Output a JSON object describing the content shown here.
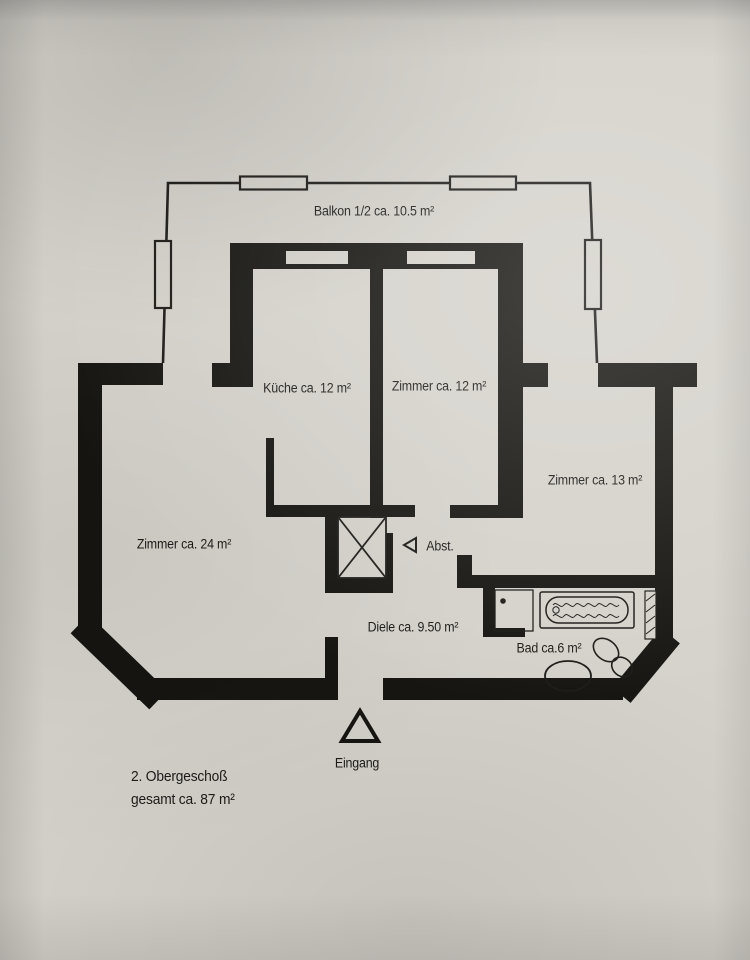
{
  "plan": {
    "colors": {
      "paper": "#d5d2cb",
      "wall": "#161511",
      "ink": "#1c1b18"
    },
    "rooms": [
      {
        "id": "balkon",
        "label": "Balkon 1/2 ca. 10.5 m²"
      },
      {
        "id": "kueche",
        "label": "Küche ca. 12 m²"
      },
      {
        "id": "zimmer12",
        "label": "Zimmer ca. 12 m²"
      },
      {
        "id": "zimmer13",
        "label": "Zimmer ca. 13 m²"
      },
      {
        "id": "zimmer24",
        "label": "Zimmer ca. 24 m²"
      },
      {
        "id": "diele",
        "label": "Diele ca. 9.50 m²"
      },
      {
        "id": "bad",
        "label": "Bad ca.6  m²"
      },
      {
        "id": "abst",
        "label": "Abst."
      },
      {
        "id": "eingang",
        "label": "Eingang"
      }
    ],
    "title": {
      "line1": "2. Obergeschoß",
      "line2": "gesamt ca. 87 m²"
    }
  }
}
